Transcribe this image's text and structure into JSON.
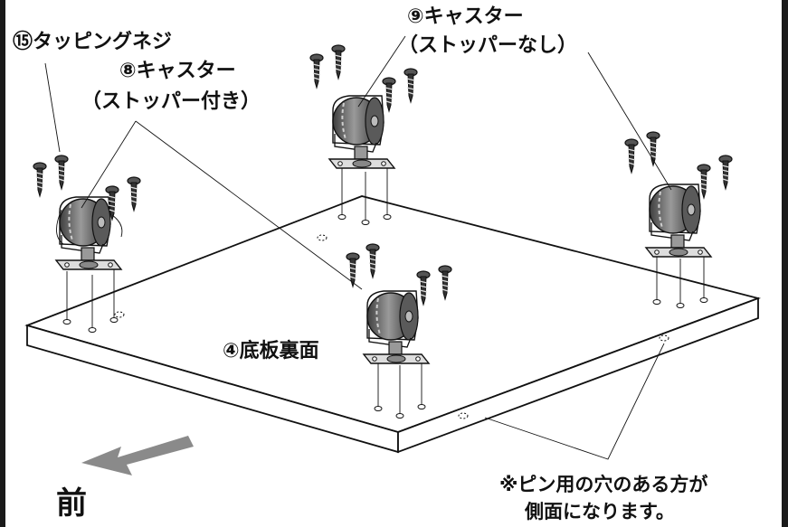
{
  "labels": {
    "tapping_screw": "⑮タッピングネジ",
    "caster_stopper_title": "⑧キャスター",
    "caster_stopper_sub": "（ストッパー付き）",
    "caster_nostopper_title": "⑨キャスター",
    "caster_nostopper_sub": "（ストッパーなし）",
    "bottom_board": "④底板裏面",
    "pin_note_line1": "※ピン用の穴のある方が",
    "pin_note_line2": "側面になります。",
    "front": "前"
  },
  "colors": {
    "line": "#1a1a1a",
    "caster_dark": "#4a4a4a",
    "caster_mid": "#8c8c8c",
    "caster_light": "#d0d0d0",
    "board_fill": "#ffffff",
    "arrow": "#8a8a8a"
  }
}
